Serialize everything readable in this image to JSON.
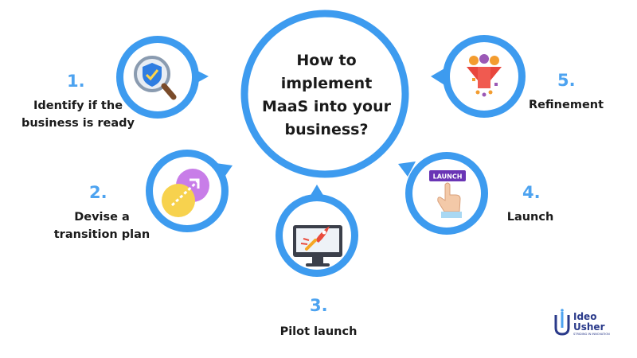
{
  "center": {
    "text": "How to\nimplement\nMaaS into your\nbusiness?"
  },
  "steps": [
    {
      "number": "1.",
      "label": "Identify if the\nbusiness is ready",
      "icon": "shield-magnifier-icon"
    },
    {
      "number": "2.",
      "label": "Devise a\ntransition plan",
      "icon": "transition-arrow-icon"
    },
    {
      "number": "3.",
      "label": "Pilot launch",
      "icon": "rocket-monitor-icon"
    },
    {
      "number": "4.",
      "label": "Launch",
      "icon": "launch-button-icon",
      "badge": "LAUNCH"
    },
    {
      "number": "5.",
      "label": "Refinement",
      "icon": "filter-funnel-icon"
    }
  ],
  "logo": {
    "line1": "Ideo",
    "line2": "Usher",
    "tagline": "STRIDING IN INNOVATION"
  },
  "colors": {
    "accent": "#4da3f0",
    "ring": "#3d9bef",
    "text": "#1a1a1a"
  }
}
